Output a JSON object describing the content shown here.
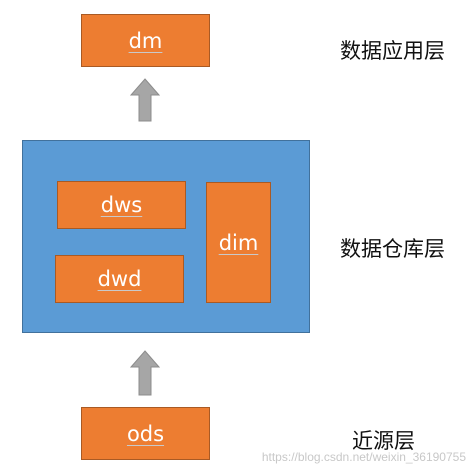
{
  "diagram": {
    "top_box": "dm",
    "bottom_box": "ods",
    "warehouse": {
      "dws": "dws",
      "dwd": "dwd",
      "dim": "dim"
    },
    "labels": {
      "application_layer": "数据应用层",
      "warehouse_layer": "数据仓库层",
      "source_layer": "近源层"
    },
    "watermark": "https://blog.csdn.net/weixin_36190755"
  },
  "colors": {
    "box_orange": "#ed7d31",
    "warehouse_blue": "#5b9bd5",
    "arrow_gray": "#a6a6a6"
  }
}
